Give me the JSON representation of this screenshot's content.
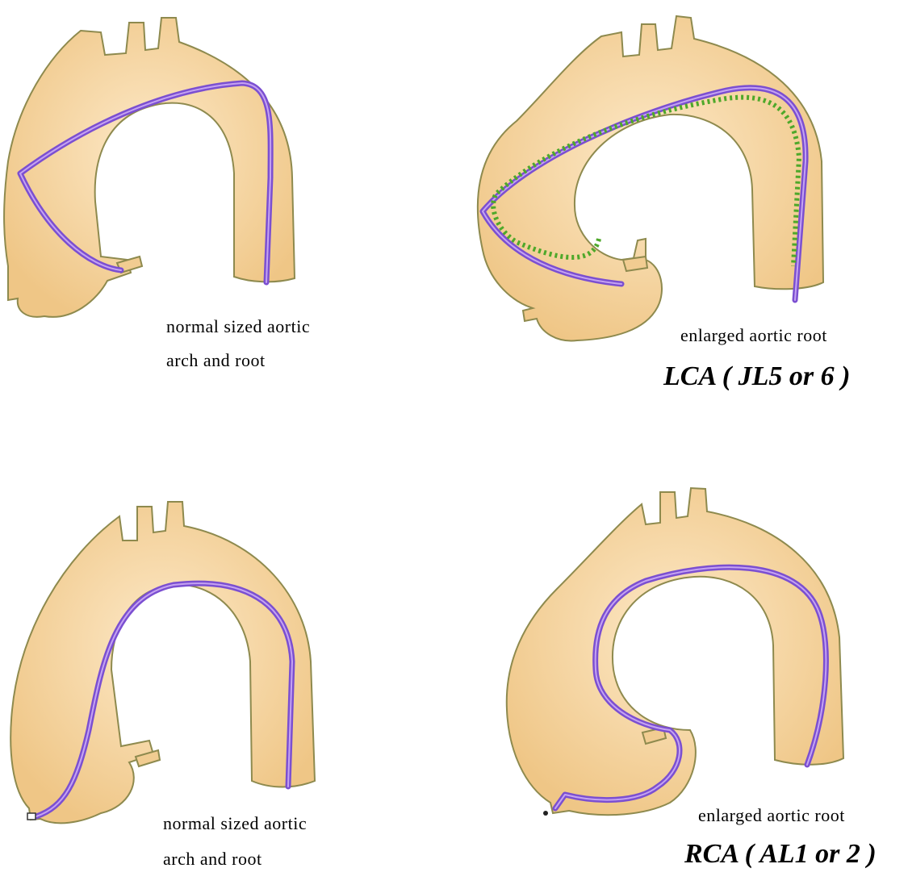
{
  "colors": {
    "aorta_fill": "#f1cc91",
    "aorta_outline": "#8e8a4e",
    "catheter": "#7b4fd1",
    "catheter_alt": "#4ea82a"
  },
  "panels": {
    "top_left": {
      "caption_line1": "normal sized aortic",
      "caption_line2": "arch and root"
    },
    "top_right": {
      "caption": "enlarged aortic root",
      "title": "LCA ( JL5 or 6 )"
    },
    "bottom_left": {
      "caption_line1": "normal sized aortic",
      "caption_line2": "arch and root"
    },
    "bottom_right": {
      "caption": "enlarged aortic root",
      "title": "RCA ( AL1 or 2 )"
    }
  }
}
